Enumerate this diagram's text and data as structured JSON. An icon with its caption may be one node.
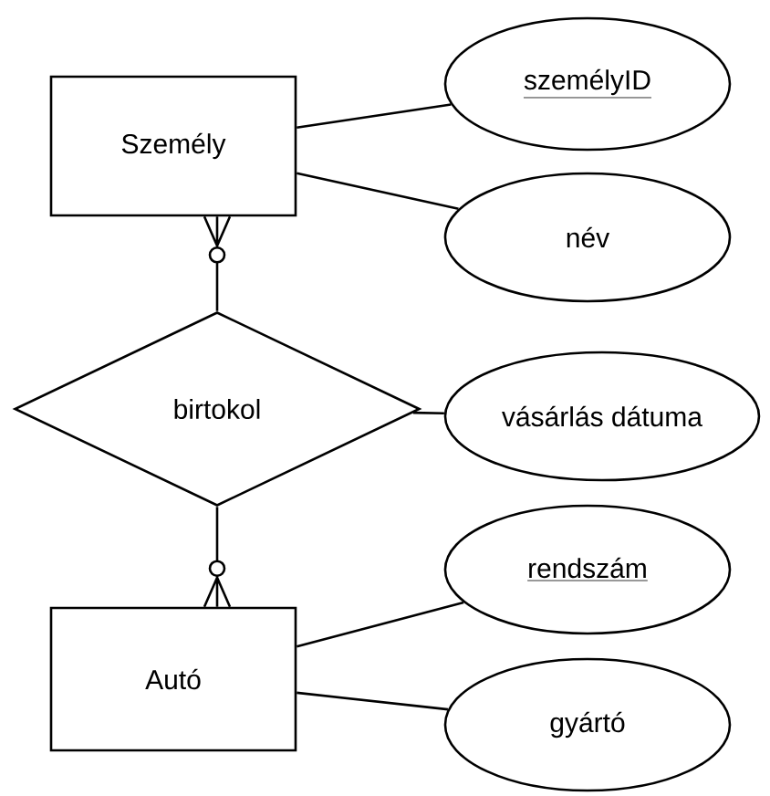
{
  "diagram": {
    "nodes": [
      {
        "text": [
          "Személy"
        ]
      },
      {
        "text": [
          "személyID"
        ]
      },
      {
        "text": [
          "név"
        ]
      },
      {
        "text": [
          "birtokol"
        ]
      },
      {
        "text": [
          "vásárlás dátuma"
        ]
      },
      {
        "text": [
          "Autó"
        ]
      },
      {
        "text": [
          "rendszám"
        ]
      },
      {
        "text": [
          "gyártó"
        ]
      }
    ],
    "edges": [
      {
        "from": 0,
        "to": 1,
        "arrow": "none"
      },
      {
        "from": 0,
        "to": 2,
        "arrow": "none"
      },
      {
        "from": 3,
        "to": 0,
        "arrow": "other"
      },
      {
        "from": 3,
        "to": 4,
        "arrow": "none"
      },
      {
        "from": 3,
        "to": 5,
        "arrow": "other"
      },
      {
        "from": 5,
        "to": 6,
        "arrow": "none"
      },
      {
        "from": 5,
        "to": 7,
        "arrow": "none"
      }
    ]
  }
}
